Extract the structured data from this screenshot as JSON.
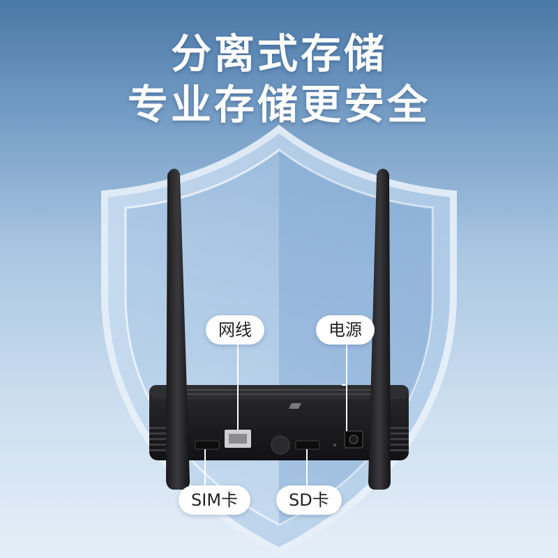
{
  "headline": {
    "line1": "分离式存储",
    "line2": "专业存储更安全"
  },
  "callouts": {
    "network": "网线",
    "power": "电源",
    "sim": "SIM卡",
    "sd": "SD卡"
  },
  "colors": {
    "background_top": "#4a78a6",
    "background_bottom": "#e4eef8",
    "shield": "#bcd5ee",
    "device": "#1c1c1e",
    "callout_bg": "#ffffff"
  },
  "icons": {
    "shield": "shield-icon",
    "router": "router-device",
    "antenna": "antenna"
  }
}
